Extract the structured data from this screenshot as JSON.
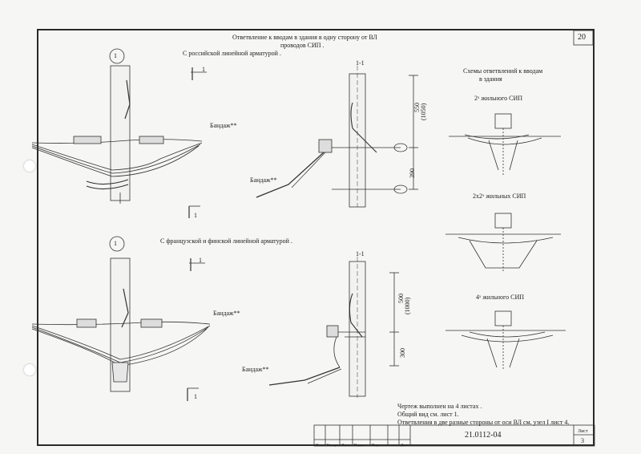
{
  "sheet": {
    "page_number": "20",
    "title_line1": "Ответвление к вводам в здания в одну сторону от ВЛ",
    "title_line2": "проводов СИП .",
    "section_russian": "С российской линейной арматурой .",
    "section_french": "С французской и финской линейной арматурой .",
    "schemes_title_line1": "Схемы ответвлений к вводам",
    "schemes_title_line2": "в здания",
    "scheme_2": "2ˣ жильного СИП",
    "scheme_2x2": "2x2ˣ жильных СИП",
    "scheme_4": "4ˣ жильного СИП",
    "section_1_1": "1-1",
    "section_mark": "1",
    "bandage": "Бандаж**",
    "dim_550": "550",
    "dim_1050": "(1050)",
    "dim_390": "390",
    "dim_500": "500",
    "dim_1000": "(1000)",
    "dim_300": "300",
    "note_line1": "Чертеж выполнен на 4 листах .",
    "note_line2": "Общий вид см. лист 1.",
    "note_line3": "Ответвления в две разные стороны от оси ВЛ см. узел I лист 4.",
    "doc_code": "21.0112-04",
    "sheet_label": "Лист",
    "sheet_number": "3",
    "stamp_headers": [
      "Изм.",
      "Кол. уч",
      "Лист",
      "№ док.",
      "Подп.",
      "Дата"
    ]
  }
}
